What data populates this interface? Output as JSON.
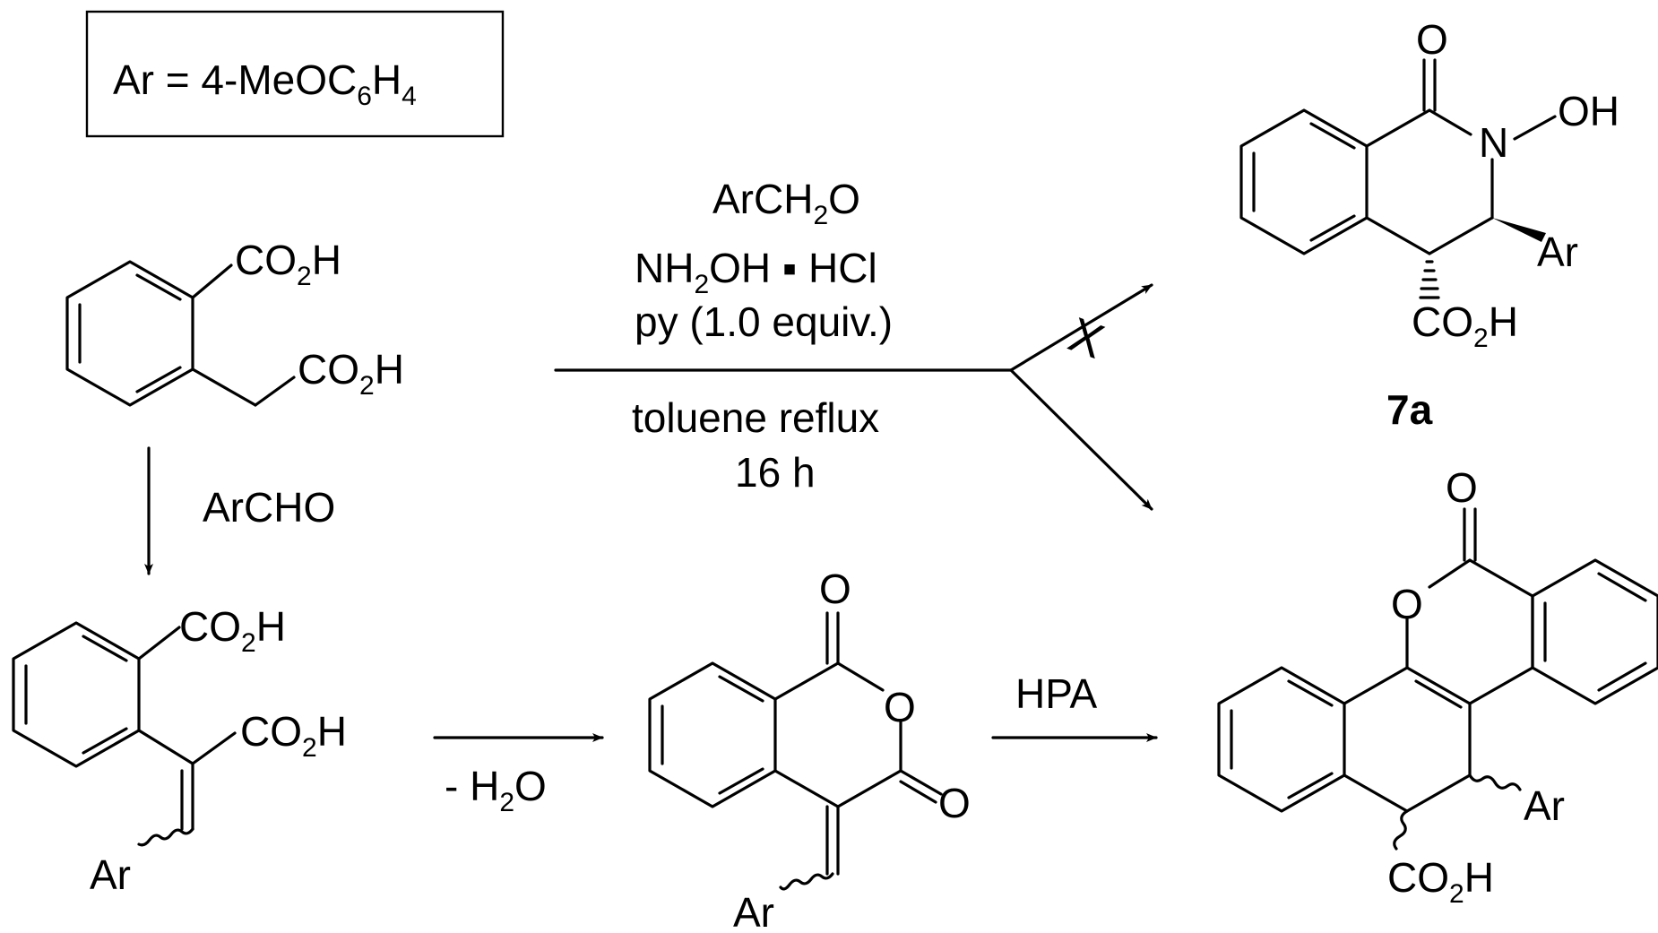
{
  "definition": {
    "left": "Ar = 4-MeOC",
    "sub1": "6",
    "mid": "H",
    "sub2": "4"
  },
  "starting_material": {
    "acid_top": "CO",
    "acid_top_sub": "2",
    "acid_top_end": "H",
    "acid_side": "CO",
    "acid_side_sub": "2",
    "acid_side_end": "H"
  },
  "step_down": {
    "reagent": "ArCHO"
  },
  "condensation_product": {
    "acid_top": "CO",
    "acid_top_sub": "2",
    "acid_top_end": "H",
    "acid_side": "CO",
    "acid_side_sub": "2",
    "acid_side_end": "H",
    "aryl": "Ar"
  },
  "dehydration": {
    "prefix": "- H",
    "sub": "2",
    "suffix": "O"
  },
  "anhydride": {
    "o_top": "O",
    "o_ring": "O",
    "o_right": "O",
    "aryl": "Ar"
  },
  "hpa_step": {
    "reagent": "HPA"
  },
  "main_conditions": {
    "line1": "ArCH",
    "line1_sub": "2",
    "line1_end": "O",
    "line2": "NH",
    "line2_sub": "2",
    "line2_end": "OH ▪ HCl",
    "line3": "py (1.0 equiv.)",
    "line4": "toluene reflux",
    "line5": "16 h"
  },
  "target_7a": {
    "o_top": "O",
    "n": "N",
    "oh": "OH",
    "aryl": "Ar",
    "acid": "CO",
    "acid_sub": "2",
    "acid_end": "H",
    "label": "7a"
  },
  "final_product": {
    "o_top": "O",
    "o_ring": "O",
    "aryl": "Ar",
    "acid": "CO",
    "acid_sub": "2",
    "acid_end": "H"
  },
  "blocked_mark": "X"
}
